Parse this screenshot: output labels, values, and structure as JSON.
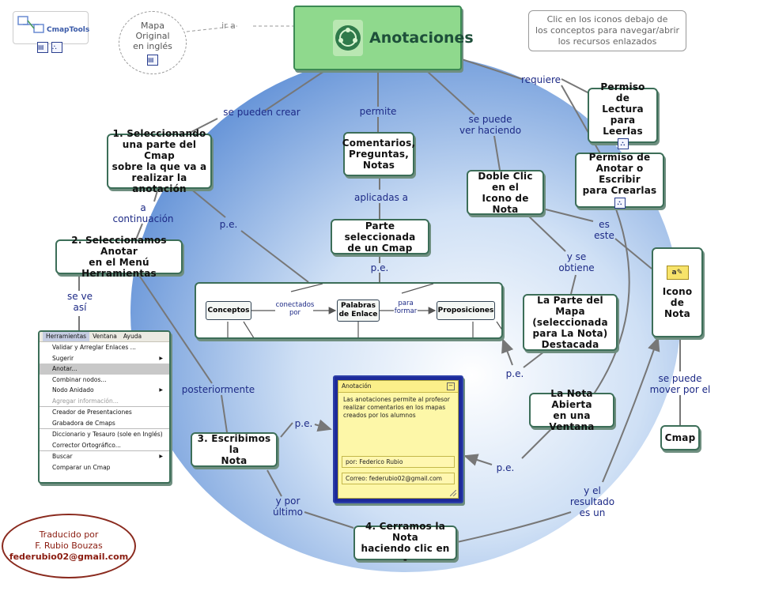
{
  "logo": {
    "text": "CmapTools"
  },
  "original_map": {
    "lines": [
      "Mapa",
      "Original",
      "en inglés"
    ],
    "link_label": "ir a"
  },
  "hint": {
    "lines": [
      "Clic en los iconos debajo de",
      "los conceptos para navegar/abrir",
      "los recursos enlazados"
    ]
  },
  "title": {
    "text": "Anotaciones",
    "color": "#8fd98d"
  },
  "concepts": {
    "c1": [
      "1. Seleccionando",
      "una parte del Cmap",
      "sobre la que va a",
      "realizar la anotación"
    ],
    "c2": [
      "2. Seleccionamos Anotar",
      "en el Menú Herramientas"
    ],
    "c3": [
      "3. Escribimos la",
      "Nota"
    ],
    "c4": [
      "4. Cerramos la Nota",
      "haciendo clic en -"
    ],
    "comentarios": [
      "Comentarios,",
      "Preguntas,",
      "Notas"
    ],
    "parte": [
      "Parte seleccionada",
      "de un Cmap"
    ],
    "doble": [
      "Doble Clic",
      "en el",
      "Icono de Nota"
    ],
    "lectura": [
      "Permiso de",
      "Lectura",
      "para Leerlas"
    ],
    "anotar": [
      "Permiso de",
      "Anotar o Escribir",
      "para Crearlas"
    ],
    "icono": [
      "Icono de",
      "Nota"
    ],
    "destacada": [
      "La Parte del Mapa",
      "(seleccionada",
      "para La Nota)",
      "Destacada"
    ],
    "abierta": [
      "La Nota Abierta",
      "en una Ventana"
    ],
    "cmap": [
      "Cmap"
    ]
  },
  "links": {
    "se_pueden_crear": "se pueden crear",
    "permite": "permite",
    "se_puede_ver": [
      "se puede",
      "ver haciendo"
    ],
    "requiere": "requiere",
    "a_continuacion": [
      "a",
      "continuación"
    ],
    "pe1": "p.e.",
    "aplicadas": "aplicadas a",
    "pe2": "p.e.",
    "es_este": [
      "es",
      "este"
    ],
    "y_se_obtiene": [
      "y se",
      "obtiene"
    ],
    "se_ve_asi": [
      "se ve",
      "así"
    ],
    "posteriormente": "posteriormente",
    "pe3": "p.e.",
    "pe4": "p.e.",
    "pe5": "p.e.",
    "se_puede_mover": [
      "se puede",
      "mover por el"
    ],
    "y_por_ultimo": [
      "y por",
      "último"
    ],
    "y_el_resultado": [
      "y el",
      "resultado",
      "es un"
    ]
  },
  "menu": {
    "bar": [
      "Herramientas",
      "Ventana",
      "Ayuda"
    ],
    "items": [
      "Validar y Arreglar Enlaces ...",
      "Sugerir",
      "Anotar...",
      "Combinar nodos...",
      "Nodo Anidado",
      "Agregar información...",
      "Creador de Presentaciones",
      "Grabadora de Cmaps",
      "Diccionario y Tesauro (sole en Inglés)",
      "Corrector Ortográfico...",
      "Buscar",
      "Comparar un Cmap"
    ]
  },
  "mini_cmap": {
    "conceptos": "Conceptos",
    "conectados": [
      "conectados",
      "por"
    ],
    "palabras": [
      "Palabras",
      "de Enlace"
    ],
    "para_formar": [
      "para",
      "formar"
    ],
    "proposiciones": "Proposiciones"
  },
  "note_window": {
    "title": "Anotación",
    "body": "Las anotaciones permite al profesor realizar comentarios en los mapas creados por los alumnos",
    "author": "por: Federico Rubio",
    "email": "Correo: federubio02@gmail.com"
  },
  "credit": {
    "lines": [
      "Traducido por",
      "F. Rubio Bouzas"
    ],
    "email": "federubio02@gmail.com"
  }
}
